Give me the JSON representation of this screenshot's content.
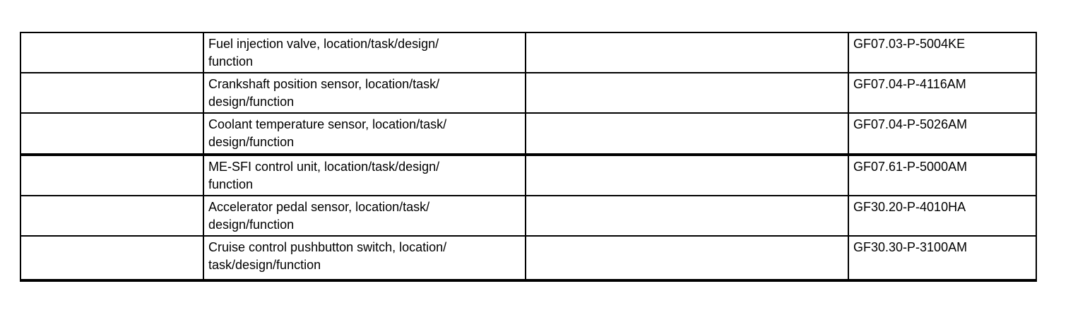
{
  "page": {
    "background_color": "#ffffff",
    "text_color": "#000000",
    "table_border_color": "#000000"
  },
  "table": {
    "columns": [
      {
        "role": "empty-left"
      },
      {
        "role": "description"
      },
      {
        "role": "empty-middle"
      },
      {
        "role": "document-code"
      }
    ],
    "rows": [
      {
        "desc_line1": "Fuel injection valve, location/task/design/",
        "desc_line2": "function",
        "description": "Fuel injection valve, location/task/design/function",
        "code": "GF07.03-P-5004KE"
      },
      {
        "desc_line1": "Crankshaft position sensor, location/task/",
        "desc_line2": "design/function",
        "description": "Crankshaft position sensor, location/task/design/function",
        "code": "GF07.04-P-4116AM"
      },
      {
        "desc_line1": "Coolant temperature sensor, location/task/",
        "desc_line2": "design/function",
        "description": "Coolant temperature sensor, location/task/design/function",
        "code": "GF07.04-P-5026AM"
      },
      {
        "desc_line1": "ME-SFI control unit, location/task/design/",
        "desc_line2": "function",
        "description": "ME-SFI control unit, location/task/design/function",
        "code": "GF07.61-P-5000AM"
      },
      {
        "desc_line1": "Accelerator pedal sensor, location/task/",
        "desc_line2": "design/function",
        "description": "Accelerator pedal sensor, location/task/design/function",
        "code": "GF30.20-P-4010HA"
      },
      {
        "desc_line1": "Cruise control pushbutton switch, location/",
        "desc_line2": "task/design/function",
        "description": "Cruise control pushbutton switch, location/task/design/function",
        "code": "GF30.30-P-3100AM"
      }
    ]
  }
}
